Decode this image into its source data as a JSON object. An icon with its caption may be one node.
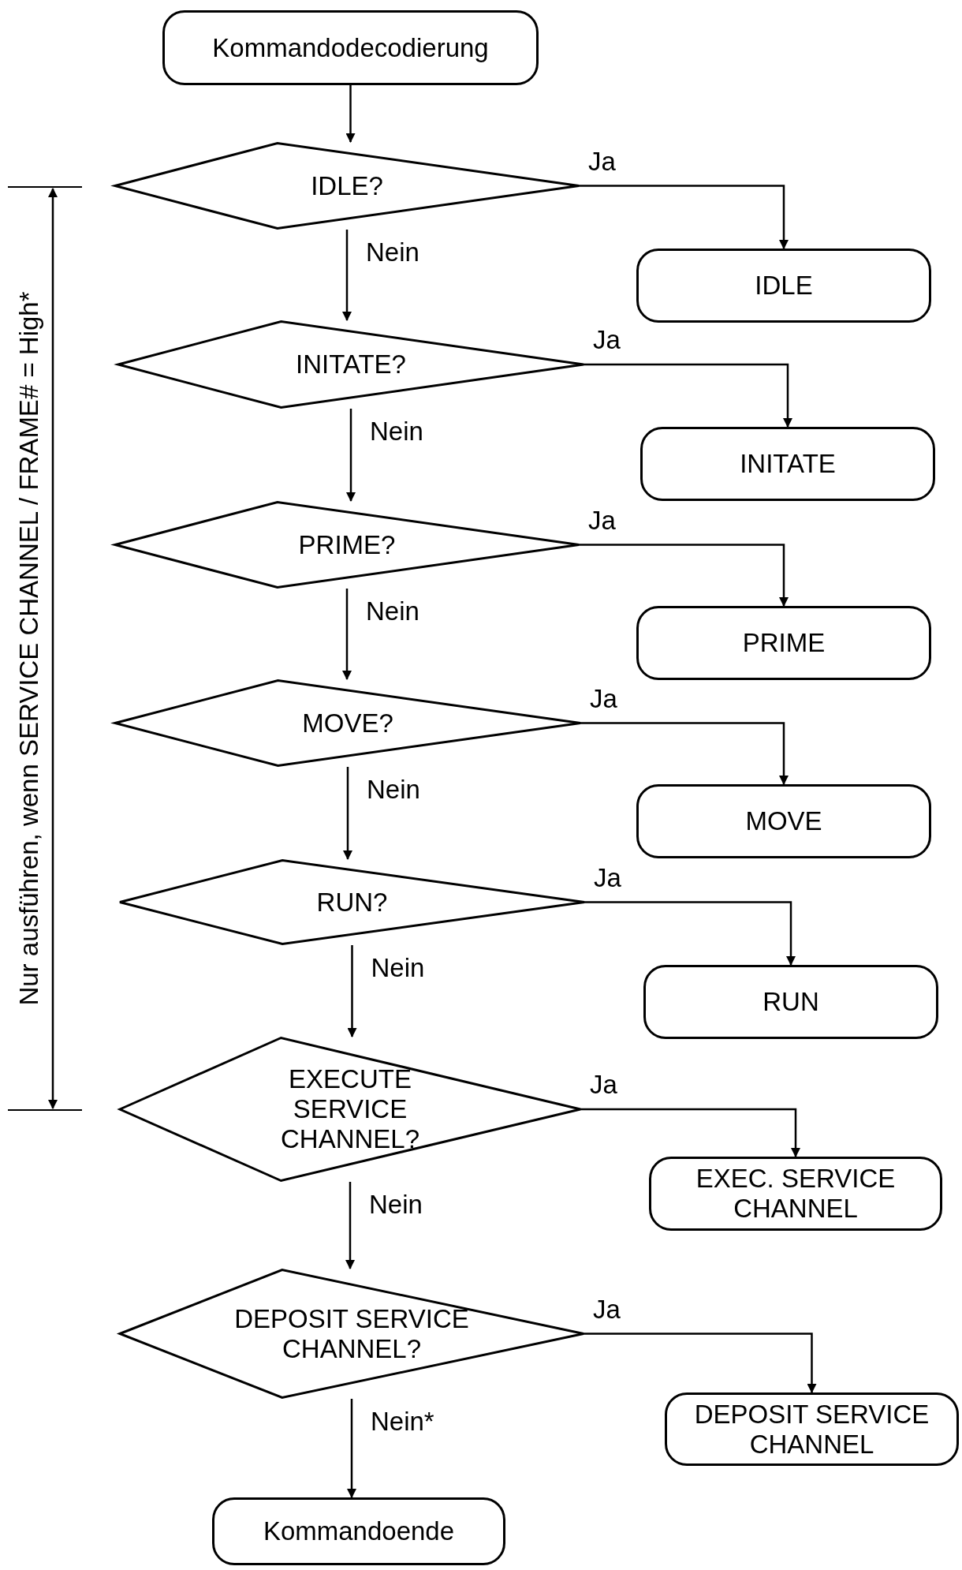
{
  "diagram": {
    "nodes": [
      {
        "text": [
          "Kommandodecodierung"
        ]
      },
      {
        "text": [
          "IDLE?"
        ]
      },
      {
        "text": [
          "IDLE"
        ]
      },
      {
        "text": [
          "INITATE?"
        ]
      },
      {
        "text": [
          "INITATE"
        ]
      },
      {
        "text": [
          "PRIME?"
        ]
      },
      {
        "text": [
          "PRIME"
        ]
      },
      {
        "text": [
          "MOVE?"
        ]
      },
      {
        "text": [
          "MOVE"
        ]
      },
      {
        "text": [
          "RUN?"
        ]
      },
      {
        "text": [
          "RUN"
        ]
      },
      {
        "text": [
          "EXECUTE SERVICE CHANNEL?"
        ]
      },
      {
        "text": [
          "EXEC. SERVICE CHANNEL"
        ]
      },
      {
        "text": [
          "DEPOSIT SERVICE CHANNEL?"
        ]
      },
      {
        "text": [
          "DEPOSIT SERVICE CHANNEL"
        ]
      },
      {
        "text": [
          "Kommandoende"
        ]
      }
    ],
    "edges": [
      {
        "from": 0,
        "to": 1,
        "arrow": "to"
      },
      {
        "from": 1,
        "to": 2,
        "arrow": "to",
        "label": "Ja"
      },
      {
        "from": 1,
        "to": 3,
        "arrow": "to",
        "label": "Nein"
      },
      {
        "from": 3,
        "to": 4,
        "arrow": "to",
        "label": "Ja"
      },
      {
        "from": 3,
        "to": 5,
        "arrow": "to",
        "label": "Nein"
      },
      {
        "from": 5,
        "to": 6,
        "arrow": "to",
        "label": "Ja"
      },
      {
        "from": 5,
        "to": 7,
        "arrow": "to",
        "label": "Nein"
      },
      {
        "from": 7,
        "to": 8,
        "arrow": "to",
        "label": "Ja"
      },
      {
        "from": 7,
        "to": 9,
        "arrow": "to",
        "label": "Nein"
      },
      {
        "from": 9,
        "to": 10,
        "arrow": "to",
        "label": "Ja"
      },
      {
        "from": 9,
        "to": 11,
        "arrow": "to",
        "label": "Nein"
      },
      {
        "from": 11,
        "to": 12,
        "arrow": "to",
        "label": "Ja"
      },
      {
        "from": 11,
        "to": 13,
        "arrow": "to",
        "label": "Nein"
      },
      {
        "from": 13,
        "to": 14,
        "arrow": "to",
        "label": "Ja"
      },
      {
        "from": 13,
        "to": 15,
        "arrow": "to",
        "label": "Nein*"
      }
    ],
    "labels": [
      "Nur ausführen, wenn SERVICE CHANNEL / FRAME# = High*"
    ]
  }
}
